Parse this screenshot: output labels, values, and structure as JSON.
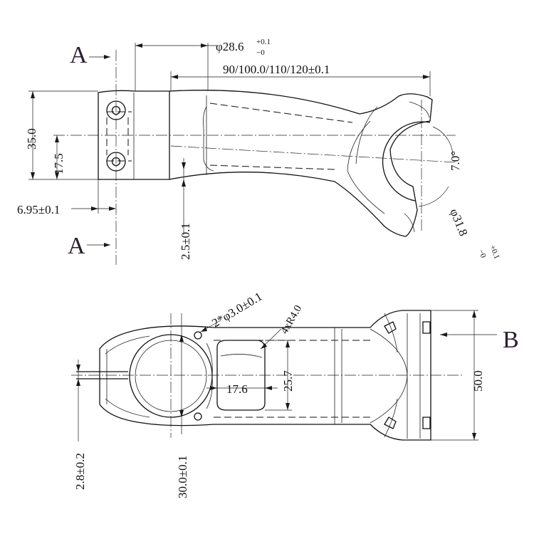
{
  "section_labels": {
    "a_top": "A",
    "a_bottom": "A",
    "b": "B"
  },
  "side_view": {
    "clamp_diameter": "φ28.6",
    "clamp_tol_upper": "+0.1",
    "clamp_tol_lower": "−0",
    "length": "90/100.0/110/120±0.1",
    "height_total": "35.0",
    "height_half": "17.5",
    "offset": "6.95±0.1",
    "wall": "2.5±0.1",
    "angle": "7.0°",
    "bar_diameter": "φ31.8",
    "bar_tol_upper": "+0.1",
    "bar_tol_lower": "−0"
  },
  "top_view": {
    "hole": "2*φ3.0±0.1",
    "radius": "4xR4.0",
    "window_height": "25.7",
    "window_width": "17.6",
    "width": "50.0",
    "slot": "2.8±0.2",
    "bore": "30.0±0.1"
  }
}
